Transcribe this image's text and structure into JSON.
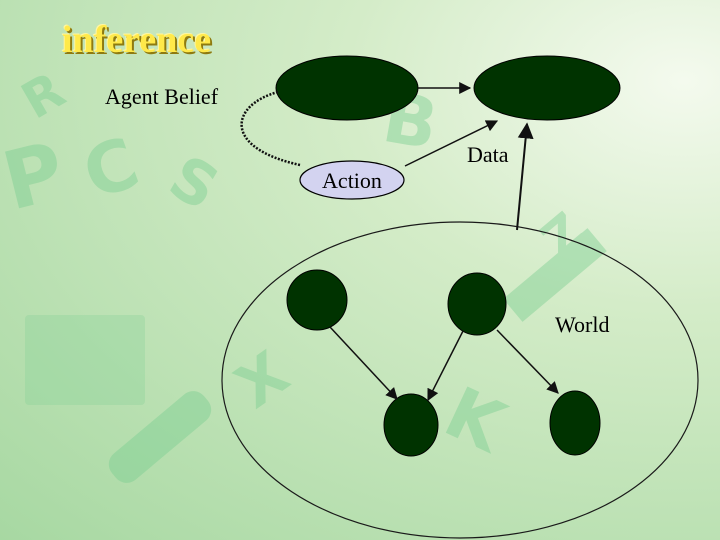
{
  "slide": {
    "title": "inference",
    "labels": {
      "agent_belief": "Agent Belief",
      "action": "Action",
      "data": "Data",
      "world": "World"
    }
  },
  "colors": {
    "node_fill": "#003300",
    "action_fill": "#d3d3f0",
    "title": "#ffe94a",
    "background": "#b9e0b0"
  }
}
